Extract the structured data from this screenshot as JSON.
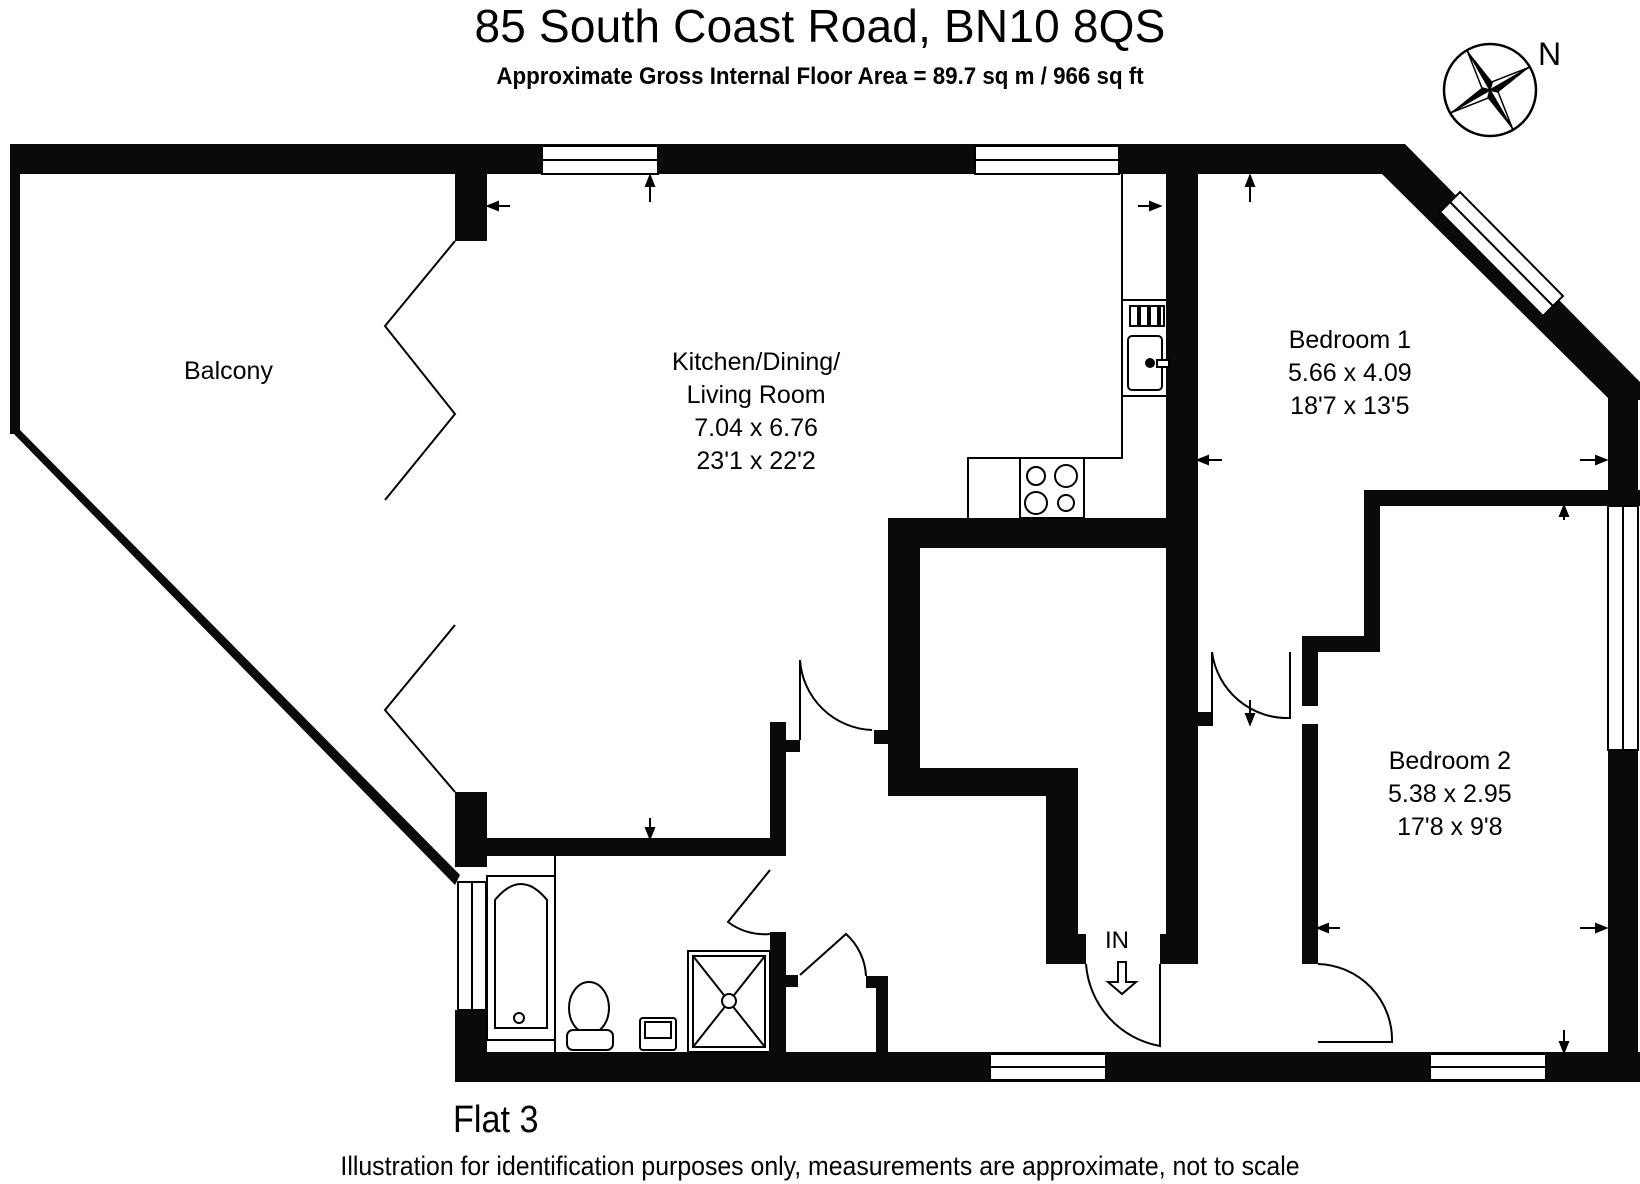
{
  "header": {
    "title": "85 South Coast Road, BN10 8QS",
    "subtitle": "Approximate Gross Internal Floor Area = 89.7 sq m / 966 sq ft"
  },
  "compass": {
    "icon": "north-compass-rose-icon",
    "label": "N"
  },
  "rooms": [
    {
      "name": "Balcony"
    },
    {
      "name": "Kitchen/Dining/",
      "name_line2": "Living Room",
      "metric": "7.04 x 6.76",
      "imperial": "23'1 x 22'2"
    },
    {
      "name": "Bedroom 1",
      "metric": "5.66 x 4.09",
      "imperial": "18'7 x 13'5"
    },
    {
      "name": "Bedroom 2",
      "metric": "5.38 x 2.95",
      "imperial": "17'8 x 9'8"
    }
  ],
  "entrance": {
    "label": "IN",
    "icon": "entrance-arrow-down-icon"
  },
  "fixtures": [
    "bath-icon",
    "toilet-icon",
    "basin-icon",
    "shower-tray-icon",
    "kitchen-sink-icon",
    "hob-icon"
  ],
  "footer": {
    "flat_label": "Flat 3",
    "disclaimer": "Illustration for identification purposes only, measurements are approximate, not to scale"
  },
  "colors": {
    "wall": "#0a0a0a",
    "background": "#ffffff",
    "line": "#000000"
  }
}
